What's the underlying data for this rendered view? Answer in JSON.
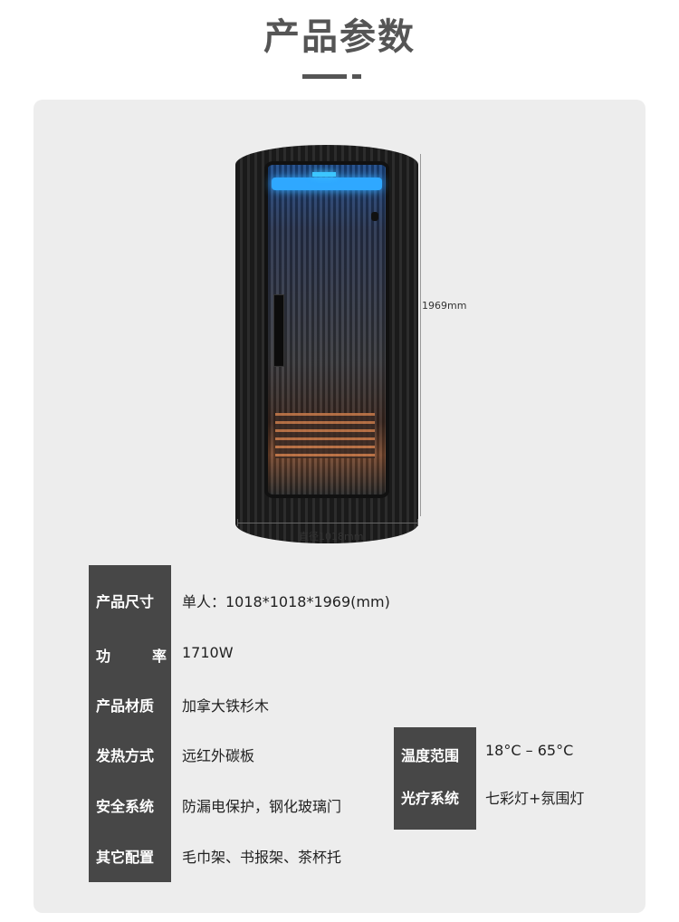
{
  "header": {
    "title": "产品参数"
  },
  "product_image": {
    "height_label": "1969mm",
    "diameter_label": "直径1018mm"
  },
  "specs": [
    {
      "label": "产品尺寸",
      "value": "单人：1018*1018*1969(mm)"
    },
    {
      "label_a": "功",
      "label_b": "率",
      "value": "1710W"
    },
    {
      "label": "产品材质",
      "value": "加拿大铁杉木"
    },
    {
      "label": "发热方式",
      "value": "远红外碳板"
    },
    {
      "label": "安全系统",
      "value": "防漏电保护，钢化玻璃门"
    },
    {
      "label": "其它配置",
      "value": "毛巾架、书报架、茶杯托"
    }
  ],
  "specs_right": [
    {
      "label": "温度范围",
      "value": "18°C – 65°C"
    },
    {
      "label": "光疗系统",
      "value": "七彩灯+氛围灯"
    }
  ]
}
